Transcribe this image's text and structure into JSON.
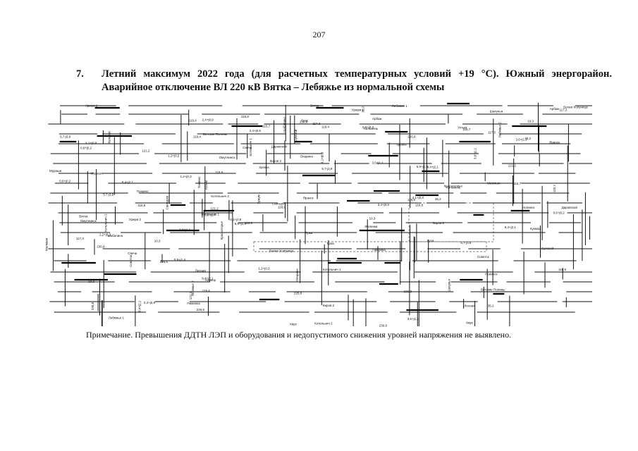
{
  "page": {
    "number": "207"
  },
  "heading": {
    "number": "7.",
    "text": "Летний максимум 2022 года (для расчетных температурных условий +19 °С). Южный энергорайон. Аварийное отключение ВЛ 220 кВ Вятка – Лебяжье из нормальной схемы"
  },
  "scheme": {
    "labels": [
      "Котельнич 1",
      "Котельнич 2",
      "Киров 2",
      "Вятка",
      "Лебяжье 1",
      "Лебяжье 2",
      "Уржум 1",
      "Уржум 2",
      "Советск",
      "Яранск",
      "Свеча",
      "Шабалино",
      "Санчурск",
      "Пижанка",
      "Тужа",
      "Арбаж",
      "Опарино",
      "Даровской",
      "Кирс",
      "Луза",
      "Мураши",
      "Омутнинск",
      "Нолинск",
      "Сунской",
      "Зуевка",
      "Фаленки",
      "Белая Холуница",
      "Кильмезь",
      "Малмыж",
      "Вятские Поляны",
      "Ухтым",
      "Кукмор",
      "Красногорье",
      "Лесная",
      "Шахунья",
      "Тонкино"
    ],
    "values": [
      "121,2",
      "8,4+j2,1",
      "3,6+j1,1",
      "116,8",
      "118,9",
      "1,2+j0,3",
      "5,7-j3,9",
      "226,6",
      "119,4",
      "0,6+j0,2",
      "2,4+j0,9",
      "117,3",
      "35,2",
      "10,3",
      "5,9+j1,4",
      "230,8",
      "4,1+j0,8",
      "115,7"
    ]
  },
  "note": "Примечание. Превышения ДДТН ЛЭП и оборудования и недопустимого снижения уровней напряжения не выявлено."
}
